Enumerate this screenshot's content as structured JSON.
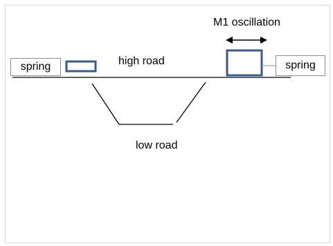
{
  "diagram": {
    "left_spring_label": "spring",
    "right_spring_label": "spring",
    "high_road_label": "high road",
    "low_road_label": "low road",
    "oscillation_label": "M1 oscillation",
    "colors": {
      "block_outline": "#3b5a8a",
      "line": "#000000",
      "label_border": "#8c8c8c",
      "frame_border": "#d9d9d9"
    }
  }
}
